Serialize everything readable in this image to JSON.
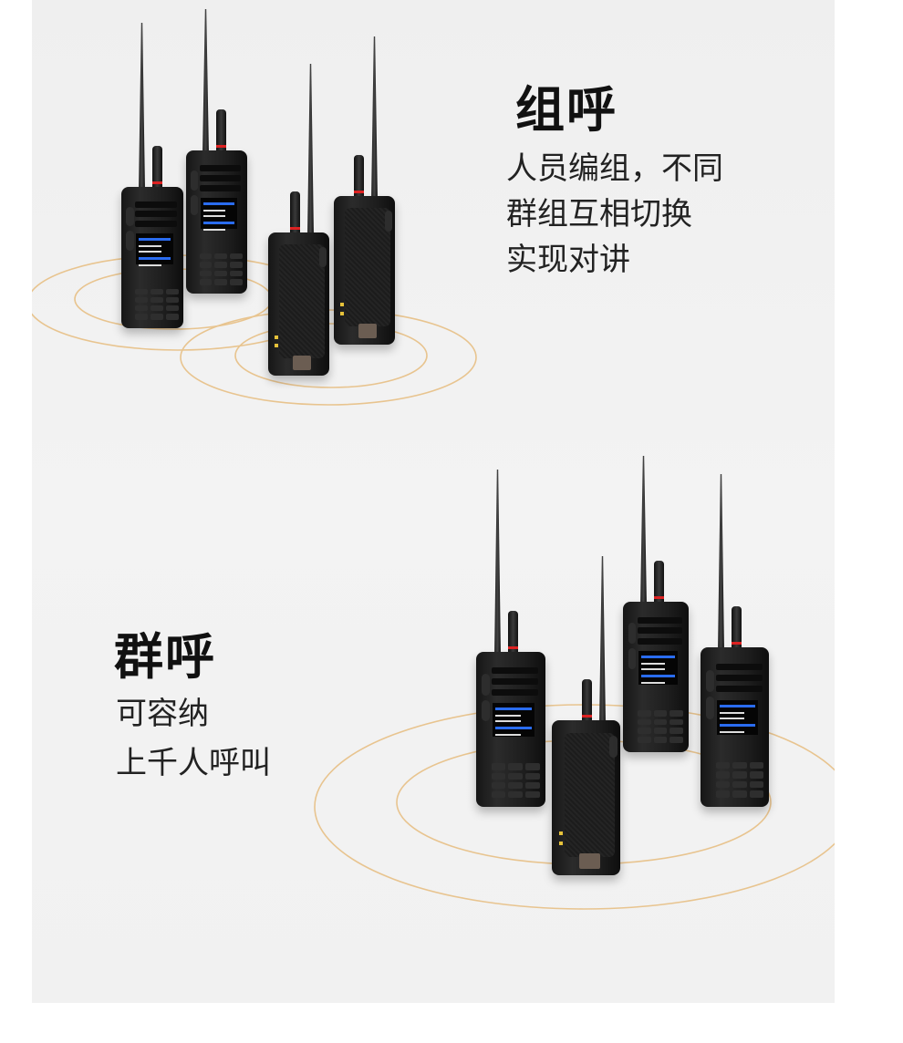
{
  "group_call": {
    "title": "组呼",
    "lines": [
      "人员编组，不同",
      "群组互相切换",
      "实现对讲"
    ]
  },
  "broadcast_call": {
    "title": "群呼",
    "lines": [
      "可容纳",
      "上千人呼叫"
    ]
  },
  "colors": {
    "ring": "#e8c48f",
    "background": "#f1f1f1",
    "screen_accent": "#2a6cf0"
  }
}
